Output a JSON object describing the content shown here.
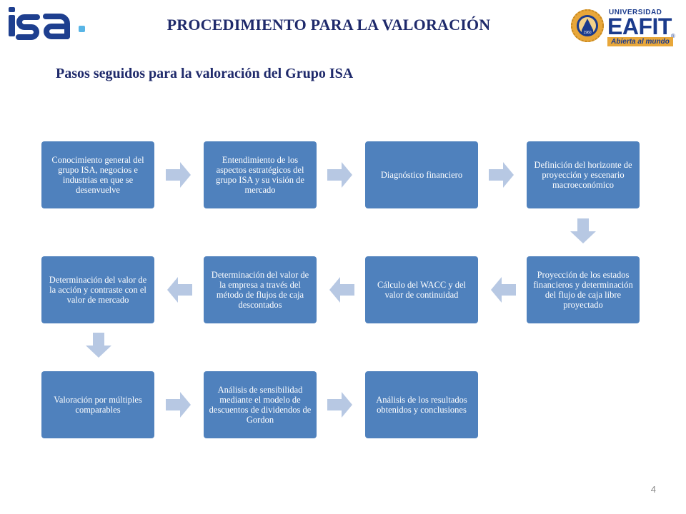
{
  "header": {
    "left_logo_text": "isa",
    "title": "PROCEDIMIENTO PARA LA VALORACIÓN",
    "right_logo": {
      "top_text": "UNIVERSIDAD",
      "main_text": "EAFIT",
      "registered_mark": "®",
      "tagline": "Abierta al mundo",
      "seal_year": "1960"
    }
  },
  "subtitle": "Pasos seguidos para la valoración del Grupo ISA",
  "colors": {
    "box_fill": "#4f81bd",
    "arrow_fill": "#b7c8e3",
    "title_color": "#1f2a6b",
    "isa_blue": "#1e3f8f",
    "isa_accent": "#59b5e6",
    "eafit_blue": "#1b3b8c",
    "eafit_gold": "#e8a73a"
  },
  "steps": [
    "Conocimiento general del grupo ISA, negocios e industrias en que se desenvuelve",
    "Entendimiento de los aspectos estratégicos del grupo ISA y su visión de mercado",
    "Diagnóstico financiero",
    "Definición del horizonte de proyección y escenario macroeconómico",
    "Proyección de los estados financieros y determinación del flujo de caja libre proyectado",
    "Cálculo del WACC y del valor de continuidad",
    "Determinación del valor de la empresa a través del método de flujos de caja descontados",
    "Determinación del valor de la acción y contraste con el valor de mercado",
    "Valoración por múltiples comparables",
    "Análisis de sensibilidad mediante el modelo de descuentos de dividendos de Gordon",
    "Análisis de los resultados obtenidos y conclusiones"
  ],
  "page_number": "4"
}
